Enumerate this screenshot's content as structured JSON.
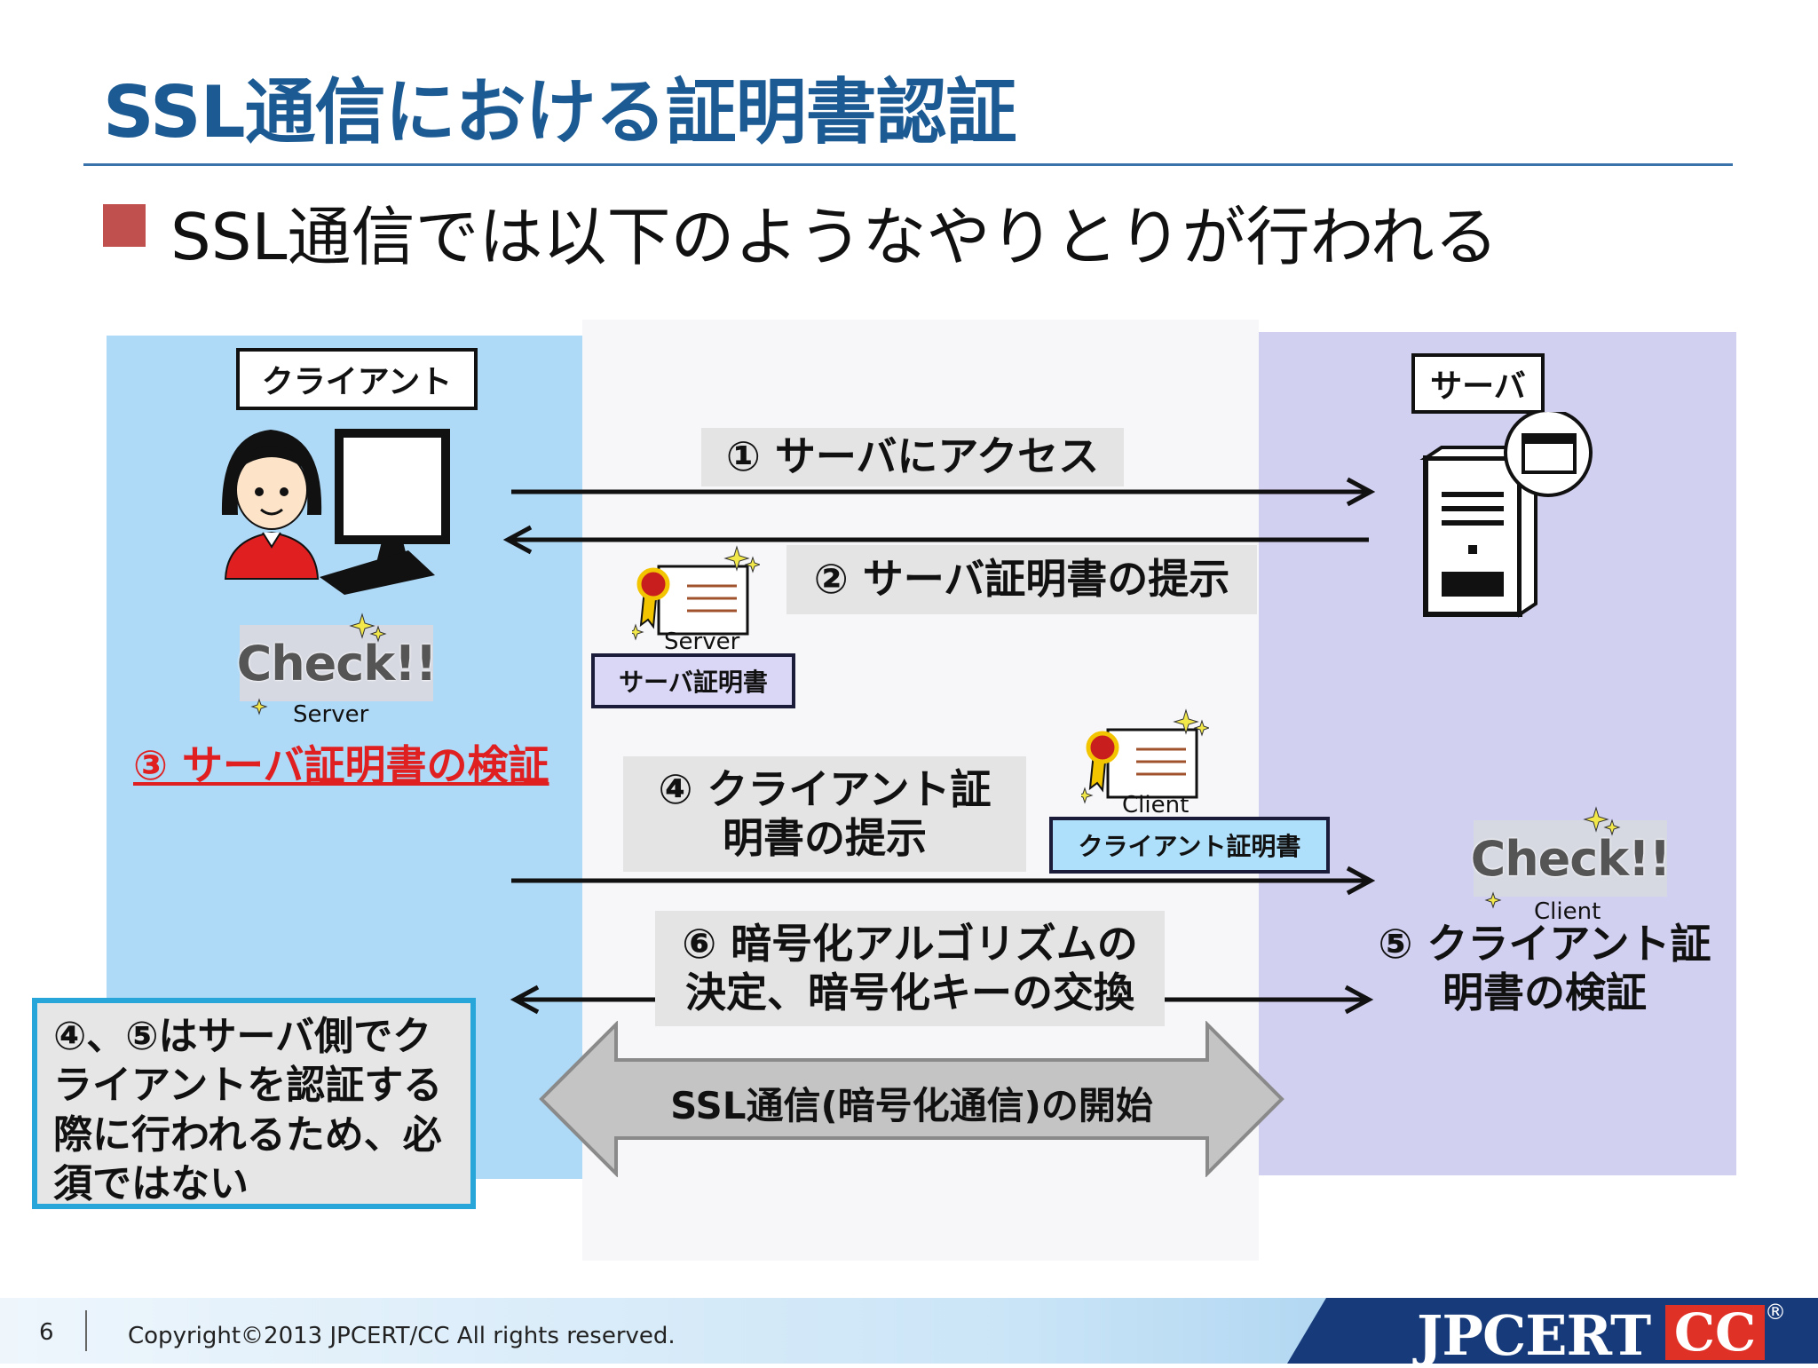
{
  "slide": {
    "title": "SSL通信における証明書認証",
    "bullet": "SSL通信では以下のようなやりとりが行われる"
  },
  "client": {
    "label": "クライアント",
    "check_text": "Check!!",
    "check_caption": "Server",
    "verify_step": "③ サーバ証明書の検証"
  },
  "server": {
    "label": "サーバ",
    "check_text": "Check!!",
    "check_caption": "Client",
    "verify_step_line1": "⑤ クライアント証",
    "verify_step_line2": "明書の検証"
  },
  "steps": {
    "s1": "① サーバにアクセス",
    "s2": "② サーバ証明書の提示",
    "s4_line1": "④ クライアント証",
    "s4_line2": "明書の提示",
    "s6_line1": "⑥ 暗号化アルゴリズムの",
    "s6_line2": "決定、暗号化キーの交換",
    "start": "SSL通信(暗号化通信)の開始"
  },
  "certificates": {
    "server_caption": "Server",
    "server_label": "サーバ証明書",
    "client_caption": "Client",
    "client_label": "クライアント証明書"
  },
  "note": {
    "line1": "④、⑤はサーバ側でク",
    "line2": "ライアントを認証する",
    "line3": "際に行われるため、必",
    "line4": "須ではない"
  },
  "footer": {
    "page_number": "6",
    "copyright": "Copyright©2013 JPCERT/CC All rights reserved.",
    "logo_text": "JPCERT",
    "logo_cc": "CC",
    "logo_reg": "®"
  },
  "colors": {
    "title": "#1b5a93",
    "bullet_square": "#c0504d",
    "client_panel": "#aed9f7",
    "server_panel": "#d2d0f0",
    "step3_text": "#e02020",
    "note_border": "#29a6d9",
    "server_cert_fill": "#d9d7f5",
    "client_cert_fill": "#aee0fb"
  }
}
